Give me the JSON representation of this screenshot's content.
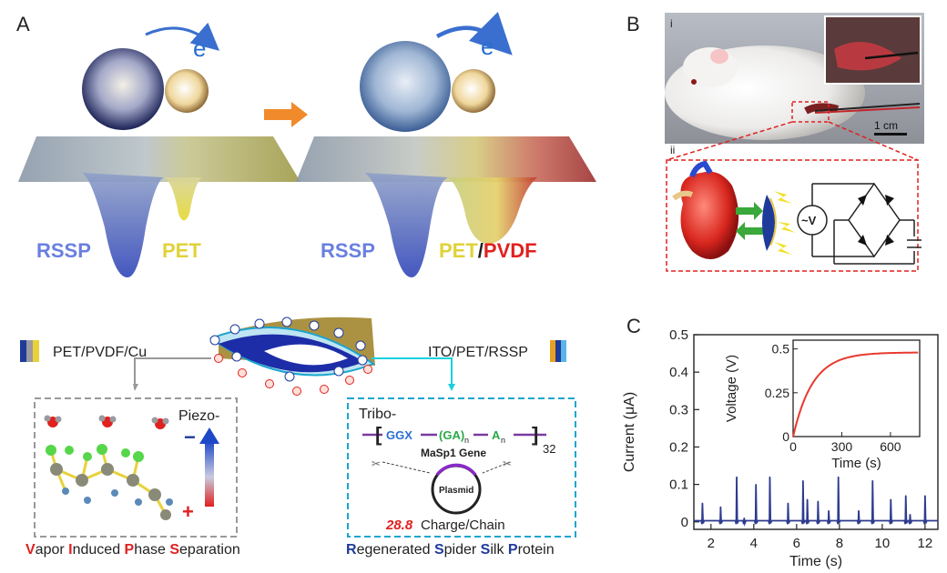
{
  "panels": {
    "a": "A",
    "b": "B",
    "c": "C"
  },
  "panel_a": {
    "electron_label": "e",
    "electron_sup": "-",
    "left_material_1": "RSSP",
    "left_material_2": "PET",
    "right_material_1": "RSSP",
    "right_material_2a": "PET",
    "right_material_slash": "/",
    "right_material_2b": "PVDF",
    "left_stack": "PET/PVDF/Cu",
    "right_stack": "ITO/PET/RSSP",
    "piezo_label": "Piezo-",
    "minus_sign": "−",
    "plus_sign": "+",
    "tribo_label": "Tribo-",
    "gene_ggx": "GGX",
    "gene_ga": "(GA)",
    "gene_n1": "n",
    "gene_an": "A",
    "gene_n2": "n",
    "gene_repeat": "32",
    "gene_name": "MaSp1 Gene",
    "plasmid": "Plasmid",
    "charge_value": "28.8",
    "charge_text": "Charge/Chain",
    "caption_left": [
      {
        "cap": "V",
        "rest": "apor "
      },
      {
        "cap": "I",
        "rest": "nduced "
      },
      {
        "cap": "P",
        "rest": "hase "
      },
      {
        "cap": "S",
        "rest": "eparation"
      }
    ],
    "caption_right": [
      {
        "cap": "R",
        "rest": "egenerated "
      },
      {
        "cap": "S",
        "rest": "pider "
      },
      {
        "cap": "S",
        "rest": "ilk "
      },
      {
        "cap": "P",
        "rest": "rotein"
      }
    ]
  },
  "panel_b": {
    "sub_i": "i",
    "sub_ii": "ii",
    "scale_bar": "1 cm",
    "source_label": "~V"
  },
  "chart_data": [
    {
      "type": "line",
      "xlabel": "Time (s)",
      "ylabel": "Current (μA)",
      "xlim": [
        1.2,
        12.6
      ],
      "ylim": [
        -0.02,
        0.5
      ],
      "xticks": [
        2,
        4,
        6,
        8,
        10,
        12
      ],
      "yticks": [
        0,
        0.1,
        0.2,
        0.3,
        0.4,
        0.5
      ],
      "series": [
        {
          "color": "#2e3b8f",
          "peaks": [
            [
              1.6,
              0.05
            ],
            [
              2.45,
              0.04
            ],
            [
              3.2,
              0.12
            ],
            [
              3.55,
              0.01
            ],
            [
              4.1,
              0.1
            ],
            [
              4.75,
              0.12
            ],
            [
              5.6,
              0.05
            ],
            [
              6.3,
              0.11
            ],
            [
              6.5,
              0.06
            ],
            [
              7.0,
              0.055
            ],
            [
              7.5,
              0.03
            ],
            [
              7.95,
              0.12
            ],
            [
              8.9,
              0.03
            ],
            [
              9.55,
              0.11
            ],
            [
              10.4,
              0.06
            ],
            [
              11.1,
              0.07
            ],
            [
              11.3,
              0.02
            ],
            [
              12.0,
              0.07
            ]
          ]
        }
      ]
    },
    {
      "type": "line",
      "xlabel": "Time (s)",
      "ylabel": "Voltage (V)",
      "xlim": [
        0,
        780
      ],
      "ylim": [
        0,
        0.55
      ],
      "xticks": [
        0,
        300,
        600
      ],
      "yticks": [
        0,
        0.25,
        0.5
      ],
      "series": [
        {
          "color": "#e8392f",
          "model": "v = 0.48 * (1 - exp(-t/120))"
        }
      ]
    }
  ],
  "colors": {
    "rssp": "#6a7fe0",
    "pet": "#e0d23a",
    "pvdf": "#e0211f",
    "dark_blue": "#1f3b9a",
    "red_cap": "#e0211f",
    "teal": "#1aa6d0",
    "gray_dash": "#999999"
  }
}
